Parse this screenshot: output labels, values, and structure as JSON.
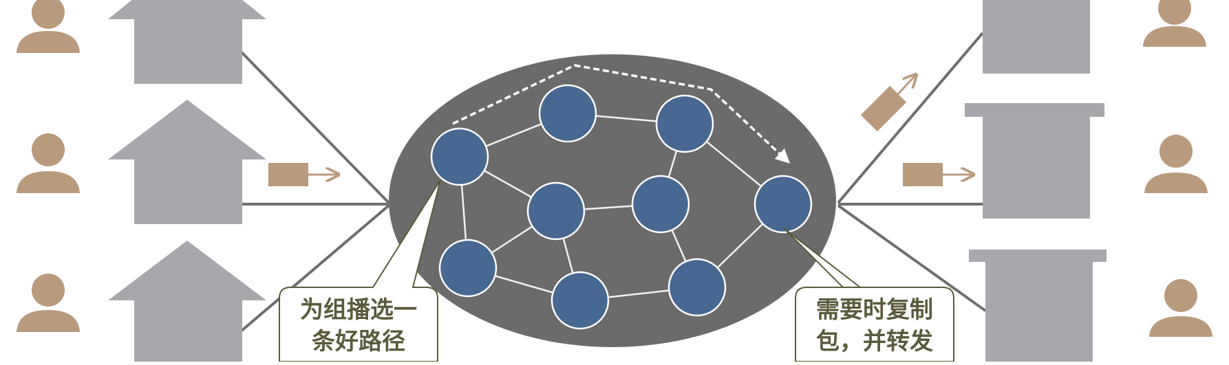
{
  "callouts": {
    "left": {
      "line1": "为组播选一",
      "line2": "条好路径"
    },
    "right": {
      "line1": "需要时复制",
      "line2": "包，并转发"
    }
  },
  "colors": {
    "cloud": "#6b6b6b",
    "node": "#476891",
    "building": "#a7a8ac",
    "person": "#b99a7d",
    "packet": "#b99a7d",
    "link": "#6e6e6e",
    "callout_text": "#5a5a3c"
  },
  "icons": {
    "person": "person-icon",
    "house": "house-icon",
    "office": "office-building-icon",
    "packet": "packet-icon"
  }
}
